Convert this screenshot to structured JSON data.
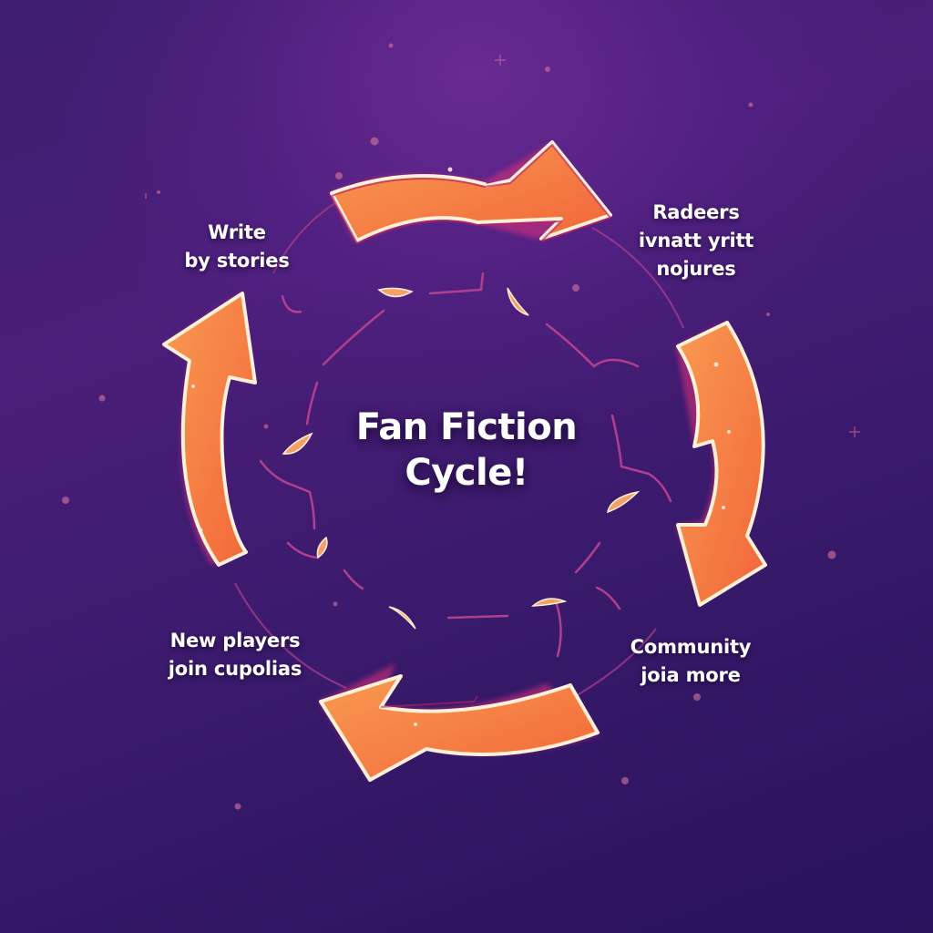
{
  "diagram": {
    "type": "cycle",
    "title_lines": [
      "Fan Fiction",
      "Cycle!"
    ],
    "stages": [
      {
        "position": "top-left",
        "lines": [
          "Write",
          "by stories"
        ]
      },
      {
        "position": "top-right",
        "lines": [
          "Radeers",
          "ivnatt yritt",
          "nojures"
        ]
      },
      {
        "position": "bottom-right",
        "lines": [
          "Community",
          "joia more"
        ]
      },
      {
        "position": "bottom-left",
        "lines": [
          "New players",
          "join cupolias"
        ]
      }
    ],
    "arrows": [
      {
        "position": "top",
        "direction": "right"
      },
      {
        "position": "right",
        "direction": "down"
      },
      {
        "position": "bottom",
        "direction": "left"
      },
      {
        "position": "left",
        "direction": "up"
      }
    ],
    "colors": {
      "background_top": "#5a2a8c",
      "background_bottom": "#27125c",
      "arrow_fill": "#f7884a",
      "arrow_fill_dark": "#f26a3a",
      "arrow_outline": "#fff0d8",
      "arrow_glow": "#e0327a",
      "ring_line": "#b0408f",
      "leaf_fill": "#f4a06a",
      "text": "#ffffff"
    }
  }
}
